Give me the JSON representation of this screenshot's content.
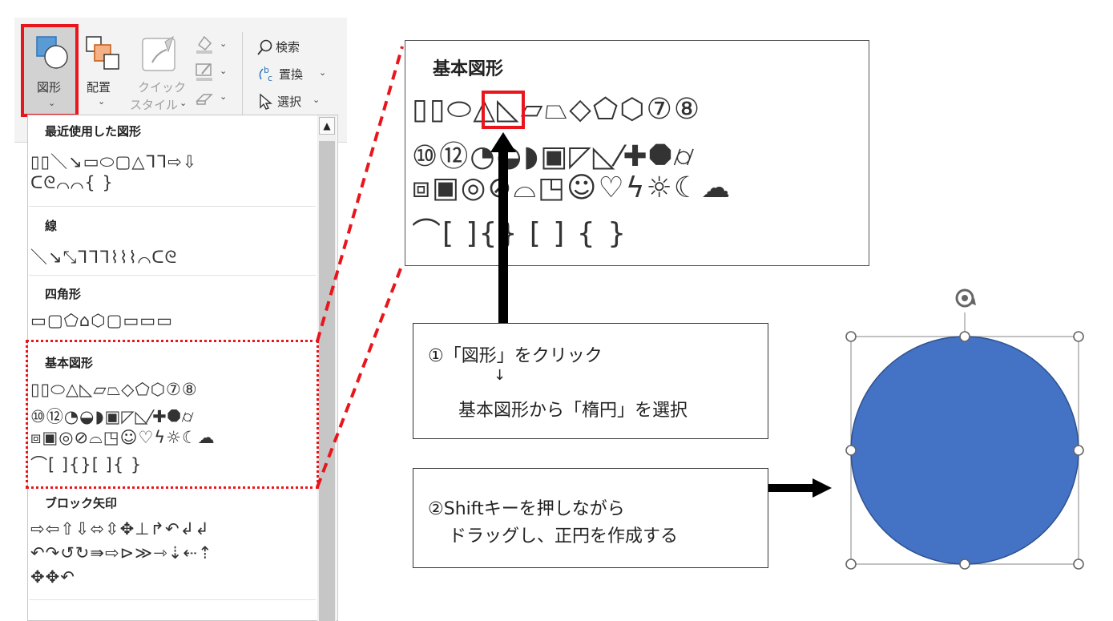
{
  "ribbon": {
    "shape_label": "図形",
    "arrange_label": "配置",
    "quick_style_label_1": "クイック",
    "quick_style_label_2": "スタイル",
    "chev_down": "⌄",
    "find_label": "検索",
    "replace_label": "置換",
    "select_label": "選択"
  },
  "dropdown": {
    "recent": {
      "title": "最近使用した図形",
      "row1": "▯▯＼↘▭⬭▢△ᒣᒣ⇨⇩",
      "row2": "ᑕᘓ⌒⌒{ }"
    },
    "lines": {
      "title": "線",
      "row1": "＼↘⤡ᒣᒣᒣ⌇⌇⌇⌒ᑕᘓ"
    },
    "rectangles": {
      "title": "四角形",
      "row1": "▭▢⬠⌂⬡▢▭▭▭"
    },
    "basic": {
      "title": "基本図形",
      "row1": "▯▯⬭△◺▱⏢◇⬠⬡⑦⑧",
      "row2": "⑩⑫◔◒◗▣◸◺⁄✚⯃⌭",
      "row3": "⧈▣◎⊘⌓◳☺♡ϟ☼☾☁",
      "row4": "⌒[ ]{}[ ]{ }"
    },
    "block_arrows": {
      "title": "ブロック矢印",
      "row1": "⇨⇦⇧⇩⬄⇳✥⊥↱↶↲↲",
      "row2": "↶↷↺↻⇛⇨⊳≫⇾⇣⇠⇡",
      "row3": "✥✥↶"
    }
  },
  "zoom": {
    "title": "基本図形",
    "row1": "▯▯⬭△◺▱⏢◇⬠⬡⑦⑧",
    "row2": "⑩⑫◔◒◗▣◸◺⁄✚⯃⌭",
    "row3": "⧈▣◎⊘⌓◳☺♡ϟ☼☾☁",
    "row4": "⌒[ ]{} [ ] { }"
  },
  "callout1": {
    "line1": "①「図形」をクリック",
    "line2": "↓",
    "line3": "基本図形から「楕円」を選択"
  },
  "callout2": {
    "line1": "②Shiftキーを押しながら",
    "line2": "ドラッグし、正円を作成する"
  },
  "colors": {
    "accent_red": "#e8161c",
    "circle_fill": "#4472c4",
    "circle_stroke": "#2f528f"
  }
}
